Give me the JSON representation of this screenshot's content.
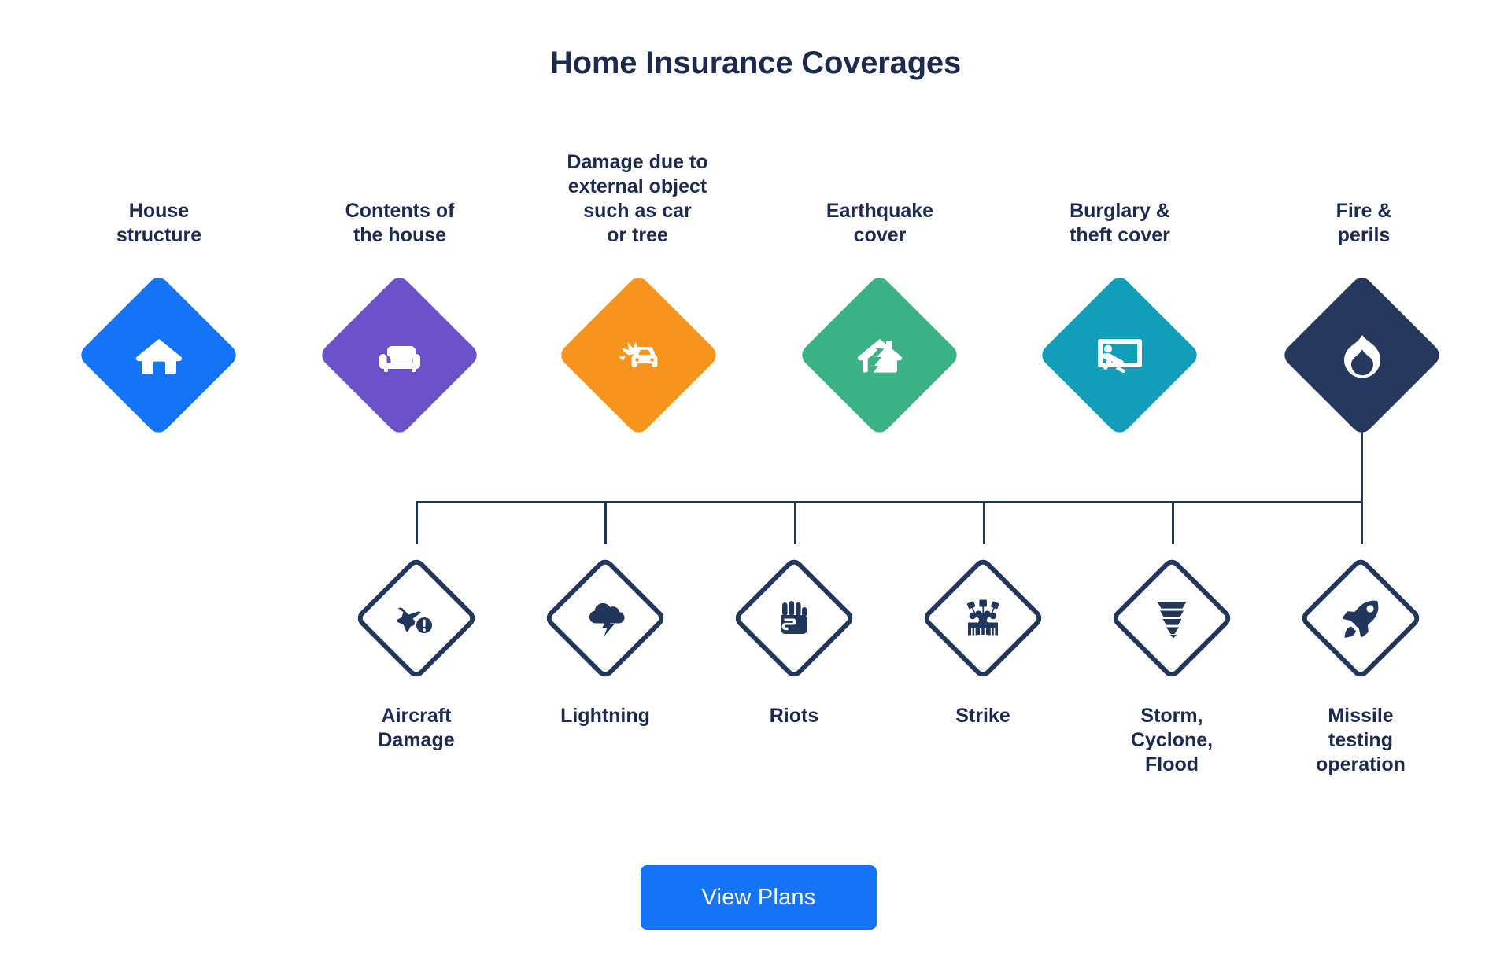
{
  "title": "Home Insurance Coverages",
  "theme": {
    "text_color": "#1c2a4e",
    "line_color": "#22365c",
    "background": "#ffffff",
    "cta_color": "#1573f5"
  },
  "top_row": [
    {
      "label": "House\nstructure",
      "icon": "house-icon",
      "color": "#1573f5"
    },
    {
      "label": "Contents of\nthe house",
      "icon": "sofa-icon",
      "color": "#6b52c8"
    },
    {
      "label": "Damage due to\nexternal object\nsuch as car\nor tree",
      "icon": "car-crash-icon",
      "color": "#f7941e"
    },
    {
      "label": "Earthquake\ncover",
      "icon": "cracked-house-icon",
      "color": "#3bb285"
    },
    {
      "label": "Burglary &\ntheft cover",
      "icon": "burglar-window-icon",
      "color": "#129eb8"
    },
    {
      "label": "Fire &\nperils",
      "icon": "flame-icon",
      "color": "#26395c"
    }
  ],
  "bottom_row": [
    {
      "label": "Aircraft\nDamage",
      "icon": "airplane-alert-icon"
    },
    {
      "label": "Lightning",
      "icon": "storm-lightning-icon"
    },
    {
      "label": "Riots",
      "icon": "raised-fist-icon"
    },
    {
      "label": "Strike",
      "icon": "protest-crowd-icon"
    },
    {
      "label": "Storm,\nCyclone,\nFlood",
      "icon": "tornado-icon"
    },
    {
      "label": "Missile\ntesting\noperation",
      "icon": "rocket-icon"
    }
  ],
  "cta": {
    "label": "View Plans"
  }
}
